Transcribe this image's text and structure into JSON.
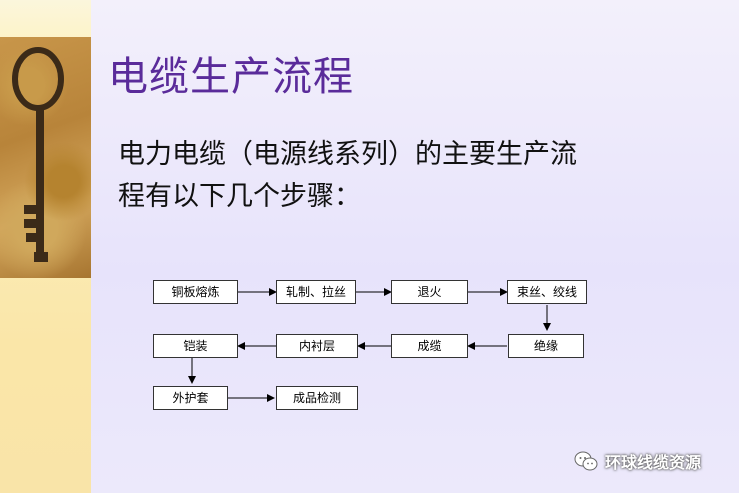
{
  "slide": {
    "title": "电缆生产流程",
    "intro_lines": [
      "电力电缆（电源线系列）的主要生产流",
      "程有以下几个步骤："
    ]
  },
  "flow_steps": [
    {
      "id": "s1",
      "label": "铜板熔炼"
    },
    {
      "id": "s2",
      "label": "轧制、拉丝"
    },
    {
      "id": "s3",
      "label": "退火"
    },
    {
      "id": "s4",
      "label": "束丝、绞线"
    },
    {
      "id": "s5",
      "label": "绝缘"
    },
    {
      "id": "s6",
      "label": "成缆"
    },
    {
      "id": "s7",
      "label": "内衬层"
    },
    {
      "id": "s8",
      "label": "铠装"
    },
    {
      "id": "s9",
      "label": "外护套"
    },
    {
      "id": "s10",
      "label": "成品检测"
    }
  ],
  "flow_edges": [
    [
      "s1",
      "s2"
    ],
    [
      "s2",
      "s3"
    ],
    [
      "s3",
      "s4"
    ],
    [
      "s4",
      "s5"
    ],
    [
      "s5",
      "s6"
    ],
    [
      "s6",
      "s7"
    ],
    [
      "s7",
      "s8"
    ],
    [
      "s8",
      "s9"
    ],
    [
      "s9",
      "s10"
    ]
  ],
  "watermark": {
    "text": "环球线缆资源",
    "icon": "wechat-icon"
  }
}
